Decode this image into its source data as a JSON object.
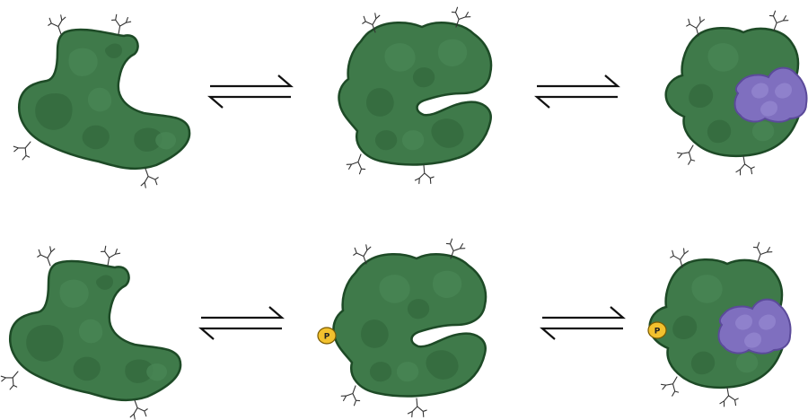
{
  "colors": {
    "protein_fill": "#3f7a4a",
    "protein_dark": "#2f6338",
    "protein_light": "#4a8756",
    "protein_outline": "#1d4a26",
    "ligand_fill": "#7f6fbf",
    "ligand_light": "#9486cf",
    "ligand_outline": "#5b4a9a",
    "phospho_fill": "#f2c12e",
    "phospho_outline": "#7a5a00",
    "arrow": "#111111",
    "glycan": "#333333"
  },
  "rows": [
    {
      "name": "unmodified",
      "states": [
        "open",
        "closed",
        "bound"
      ],
      "phosphorylated": false
    },
    {
      "name": "phosphorylated",
      "states": [
        "open",
        "closed",
        "bound"
      ],
      "phosphorylated": true
    }
  ],
  "phospho_label": "P"
}
